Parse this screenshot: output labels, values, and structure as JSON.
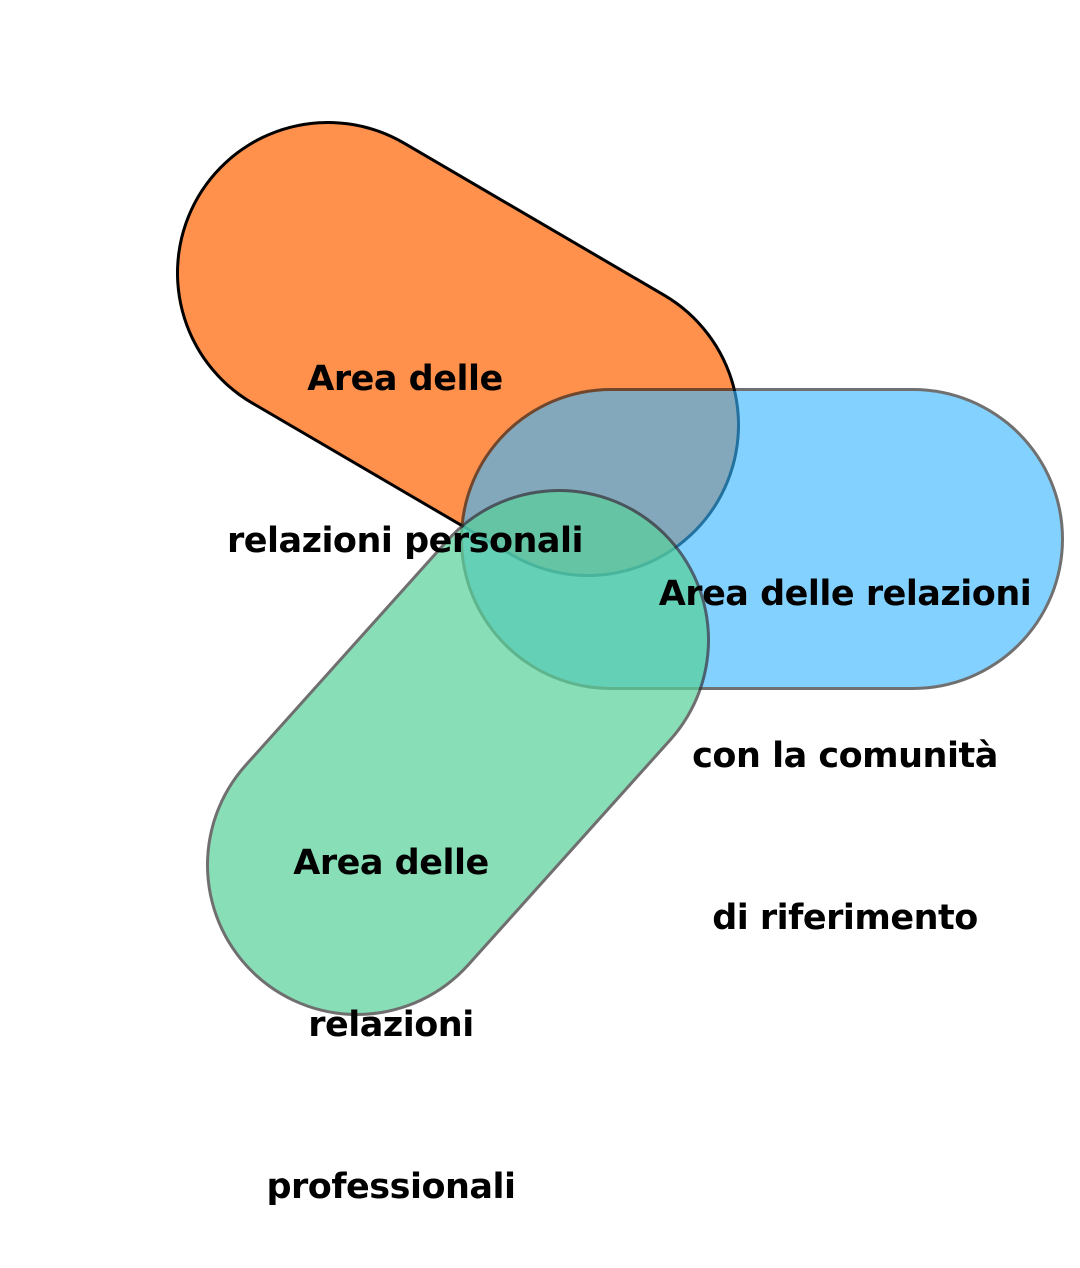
{
  "diagram": {
    "type": "overlapping-pills",
    "areas": [
      {
        "id": "personal",
        "label_lines": [
          "Area delle",
          "relazioni personali"
        ],
        "fill": "#FF914D",
        "stroke": "#000000"
      },
      {
        "id": "community",
        "label_lines": [
          "Area delle relazioni",
          "con la comunità",
          "di riferimento"
        ],
        "fill": "#38B6FF",
        "stroke": "#333333"
      },
      {
        "id": "professional",
        "label_lines": [
          "Area delle",
          "relazioni",
          "professionali"
        ],
        "fill": "#57D19A",
        "stroke": "#555555"
      }
    ]
  }
}
